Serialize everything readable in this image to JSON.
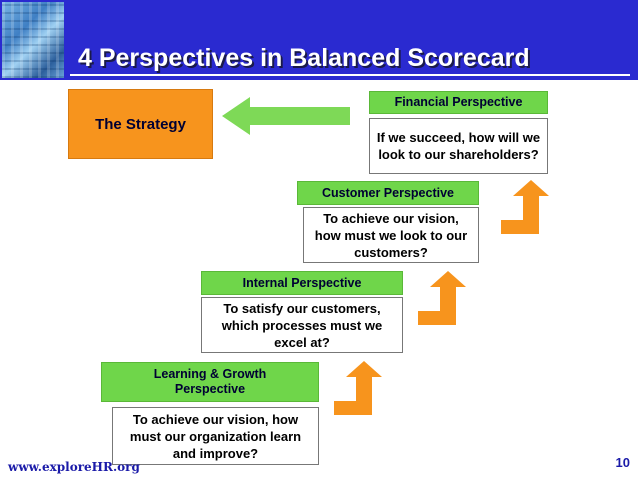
{
  "header": {
    "title": "4 Perspectives in Balanced Scorecard"
  },
  "strategy": {
    "label": "The Strategy"
  },
  "perspectives": [
    {
      "name": "Financial Perspective",
      "question": "If we succeed, how will we look to our shareholders?"
    },
    {
      "name": "Customer Perspective",
      "question": "To achieve our vision, how must we look to our customers?"
    },
    {
      "name": "Internal Perspective",
      "question": "To satisfy our customers, which processes must we excel at?"
    },
    {
      "name": "Learning & Growth Perspective",
      "question": "To achieve our vision, how must our organization learn and improve?"
    }
  ],
  "footer": {
    "site": "www.exploreHR.org",
    "page_number": "10"
  },
  "colors": {
    "header_band": "#2a2ad0",
    "strategy_fill": "#f7941d",
    "perspective_label_fill": "#6fd64a",
    "arrow_green": "#7ed957",
    "arrow_orange": "#f7941d",
    "footer_text": "#1a1aa8"
  }
}
